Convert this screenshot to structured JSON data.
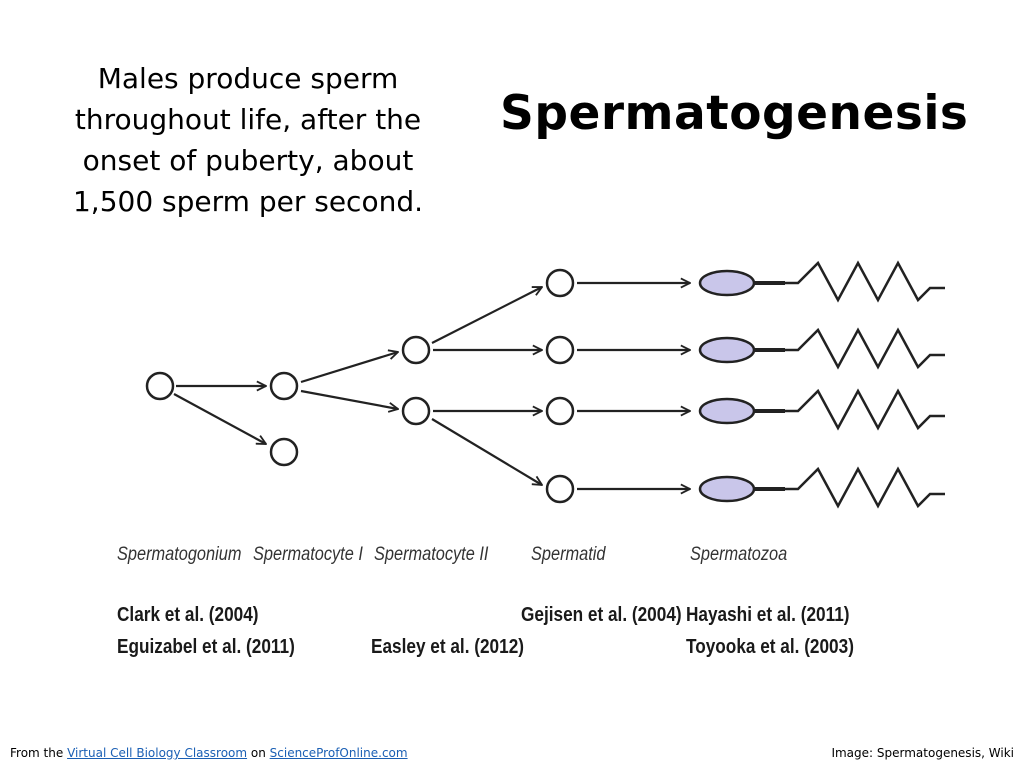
{
  "intro_text": "Males produce sperm throughout life, after the onset of puberty, about 1,500 sperm per second.",
  "title": "Spermatogenesis",
  "stages": [
    "Spermatogonium",
    "Spermatocyte I",
    "Spermatocyte II",
    "Spermatid",
    "Spermatozoa"
  ],
  "references": {
    "col1": [
      "Clark et al. (2004)",
      "Eguizabel et al. (2011)"
    ],
    "col3": [
      "Easley et al. (2012)"
    ],
    "col4": [
      "Gejisen et al. (2004)"
    ],
    "col5": [
      "Hayashi et al. (2011)",
      "Toyooka et al. (2003)"
    ]
  },
  "footer": {
    "from_prefix": "From the ",
    "link1": "Virtual Cell Biology Classroom",
    "on_text": " on ",
    "link2": "ScienceProfOnline.com",
    "image_credit": "Image: Spermatogenesis, Wiki"
  },
  "colors": {
    "sperm_head": "#c9c6ea",
    "line": "#222222"
  }
}
